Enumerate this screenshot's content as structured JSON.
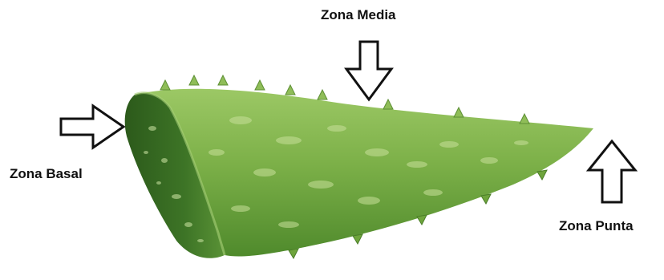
{
  "labels": {
    "media": "Zona Media",
    "basal": "Zona Basal",
    "punta": "Zona Punta"
  },
  "colors": {
    "leaf_light": "#8fbf5a",
    "leaf_mid": "#6ea43c",
    "leaf_dark": "#3f7a24",
    "cut_face": "#2f5f1e",
    "arrow_outline": "#111111"
  },
  "icons": {
    "media_arrow": "arrow-down-icon",
    "basal_arrow": "arrow-right-icon",
    "punta_arrow": "arrow-up-icon"
  }
}
